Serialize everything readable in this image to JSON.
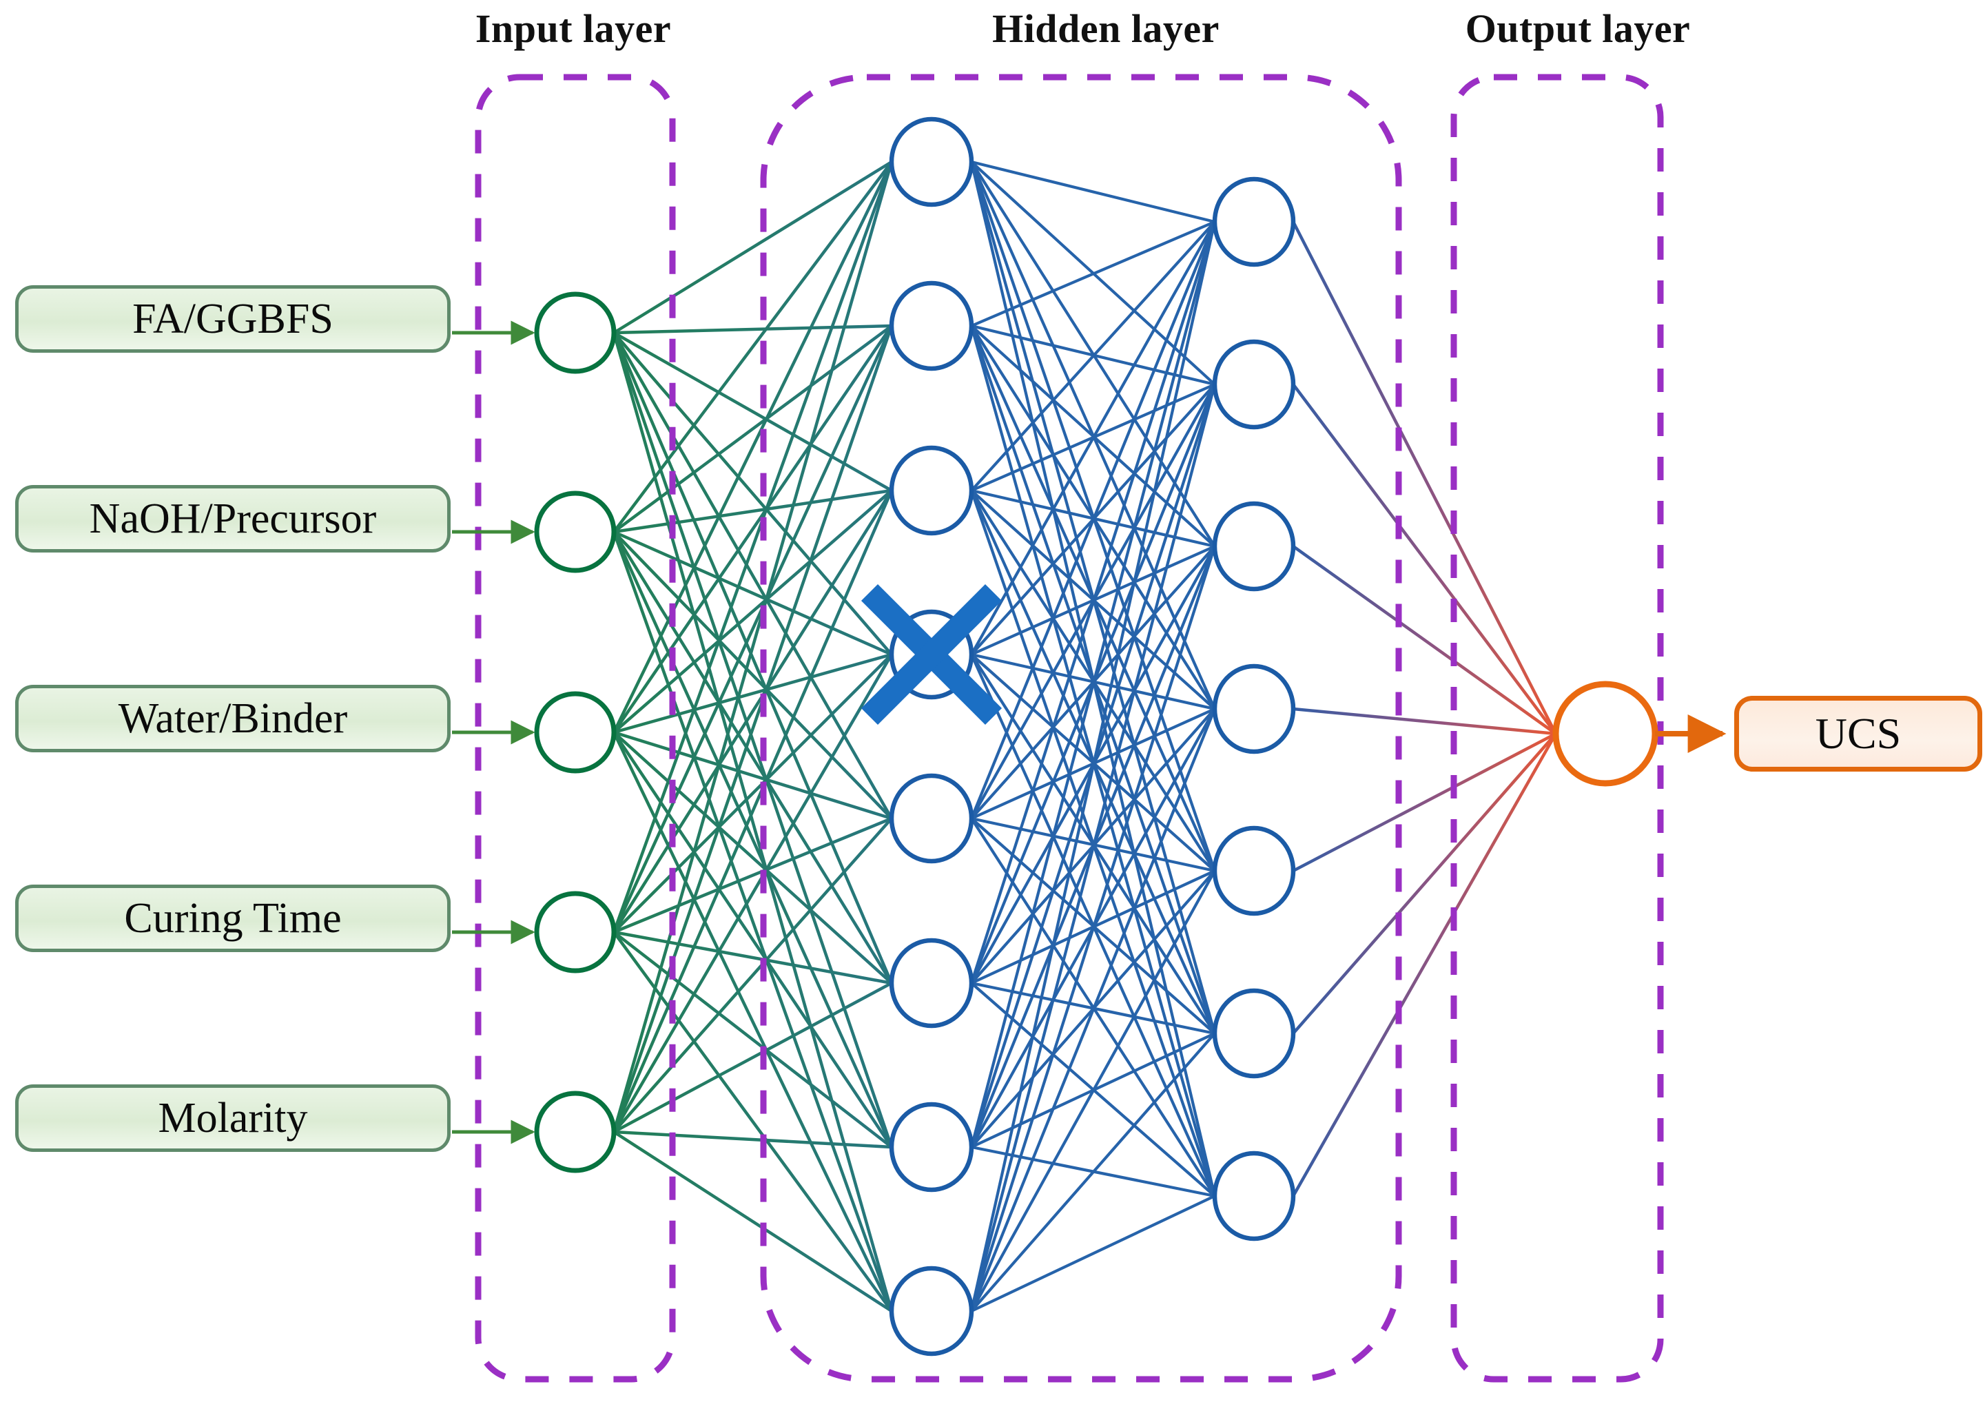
{
  "diagram": {
    "title_input": "Input layer",
    "title_hidden": "Hidden layer",
    "title_output": "Output layer",
    "colors": {
      "input_neuron": "#07733f",
      "hidden_neuron": "#1b5ba6",
      "output_neuron": "#ea6a10",
      "input_link": "#1d7a55",
      "hidden_link": "#1b5ba6",
      "output_link_start": "#2a55a0",
      "output_link_end": "#e8502a",
      "group_dash": "#9a2fc4",
      "input_box_border": "#5f8a6b",
      "input_box_fill": "#e3f0dc",
      "output_box_border": "#e2680d",
      "output_box_fill": "#fdeedf",
      "dropout_x": "#1b6fc4"
    }
  },
  "input_features": [
    {
      "label": "FA/GGBFS"
    },
    {
      "label": "NaOH/Precursor"
    },
    {
      "label": "Water/Binder"
    },
    {
      "label": "Curing Time"
    },
    {
      "label": "Molarity"
    }
  ],
  "output_targets": [
    {
      "label": "UCS"
    }
  ],
  "chart_data": {
    "type": "diagram",
    "title": "Artificial neural network architecture with dropout",
    "layers": [
      {
        "name": "Input layer",
        "nodes": 5,
        "labels": [
          "FA/GGBFS",
          "NaOH/Precursor",
          "Water/Binder",
          "Curing Time",
          "Molarity"
        ],
        "color": "#07733f"
      },
      {
        "name": "Hidden layer column 1",
        "nodes": 8,
        "dropped_out_index": 3,
        "color": "#1b5ba6"
      },
      {
        "name": "Hidden layer column 2",
        "nodes": 7,
        "color": "#1b5ba6"
      },
      {
        "name": "Output layer",
        "nodes": 1,
        "labels": [
          "UCS"
        ],
        "color": "#ea6a10"
      }
    ],
    "connections": "fully-connected between consecutive layers",
    "annotations": [
      "dropped-out hidden neuron marked with an X"
    ]
  }
}
